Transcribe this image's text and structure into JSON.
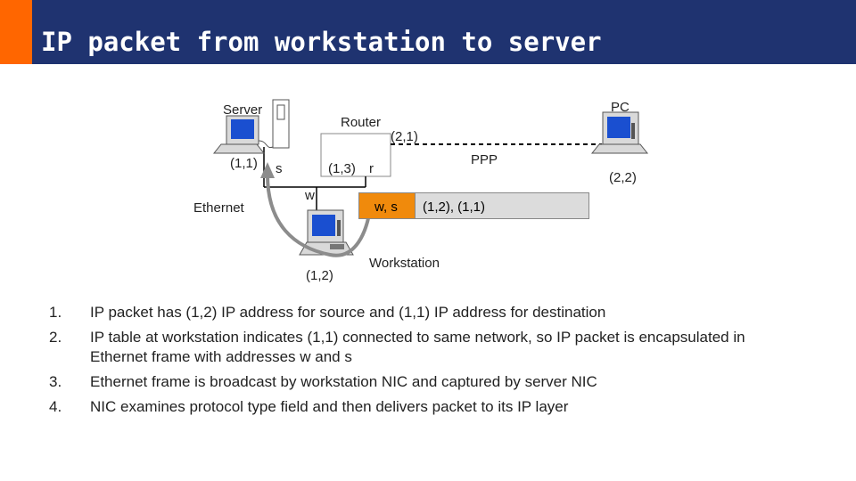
{
  "header": {
    "title": "IP packet from workstation to server",
    "accent_color": "#ff6600",
    "bar_color": "#1f3370"
  },
  "diagram": {
    "server_label": "Server",
    "router_label": "Router",
    "pc_label": "PC",
    "server_addr": "(1,1)",
    "s_label": "s",
    "router_addr_ethernet": "(1,3)",
    "r_label": "r",
    "router_addr_ppp": "(2,1)",
    "ppp_label": "PPP",
    "pc_addr": "(2,2)",
    "ethernet_label": "Ethernet",
    "w_label": "w",
    "workstation_addr": "(1,2)",
    "workstation_label": "Workstation",
    "frame_header": "w, s",
    "frame_payload": "(1,2), (1,1)",
    "frame_header_color": "#f08a0c",
    "frame_payload_color": "#dcdcdc"
  },
  "steps": [
    {
      "num": "1.",
      "text": "IP packet has (1,2) IP address for source and (1,1) IP address for destination"
    },
    {
      "num": "2.",
      "text": "IP table at workstation indicates (1,1) connected to same network, so IP packet is encapsulated in Ethernet frame with addresses w and s"
    },
    {
      "num": "3.",
      "text": "Ethernet frame is broadcast by workstation NIC and captured by server NIC"
    },
    {
      "num": "4.",
      "text": "NIC examines protocol type field and then delivers packet to its IP layer"
    }
  ]
}
